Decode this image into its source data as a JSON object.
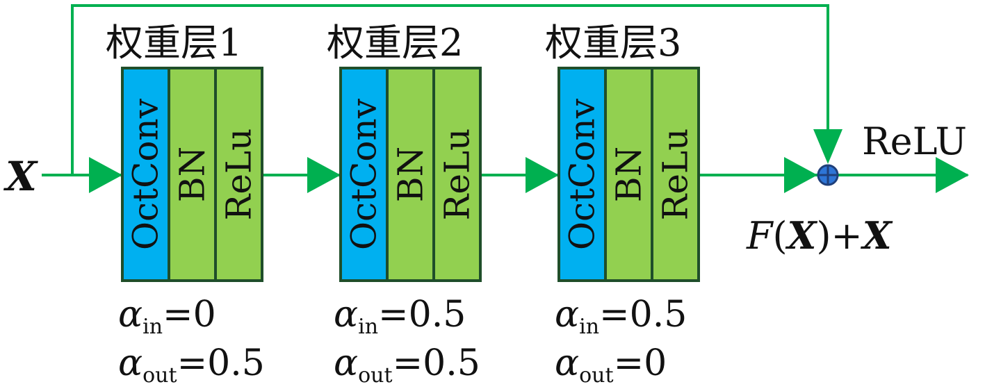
{
  "input_label": "X",
  "relu_label": "ReLU",
  "output_expr": {
    "f": "F",
    "open": "(",
    "x1": "X",
    "close_plus": ")+",
    "x2": "X"
  },
  "alpha_symbol": "α",
  "sub_in": "in",
  "sub_out": "out",
  "equals": "=",
  "layers": [
    {
      "title": "权重层1",
      "cells": [
        "OctConv",
        "BN",
        "ReLu"
      ],
      "alpha_in": "0",
      "alpha_out": "0.5"
    },
    {
      "title": "权重层2",
      "cells": [
        "OctConv",
        "BN",
        "ReLu"
      ],
      "alpha_in": "0.5",
      "alpha_out": "0.5"
    },
    {
      "title": "权重层3",
      "cells": [
        "OctConv",
        "BN",
        "ReLu"
      ],
      "alpha_in": "0.5",
      "alpha_out": "0"
    }
  ],
  "colors": {
    "line": "#00b050",
    "conv": "#00b0f0",
    "green_cell": "#92d050",
    "border": "#1f4e2a",
    "sum_fill": "#2e75d6",
    "sum_stroke": "#1f3f7a"
  }
}
